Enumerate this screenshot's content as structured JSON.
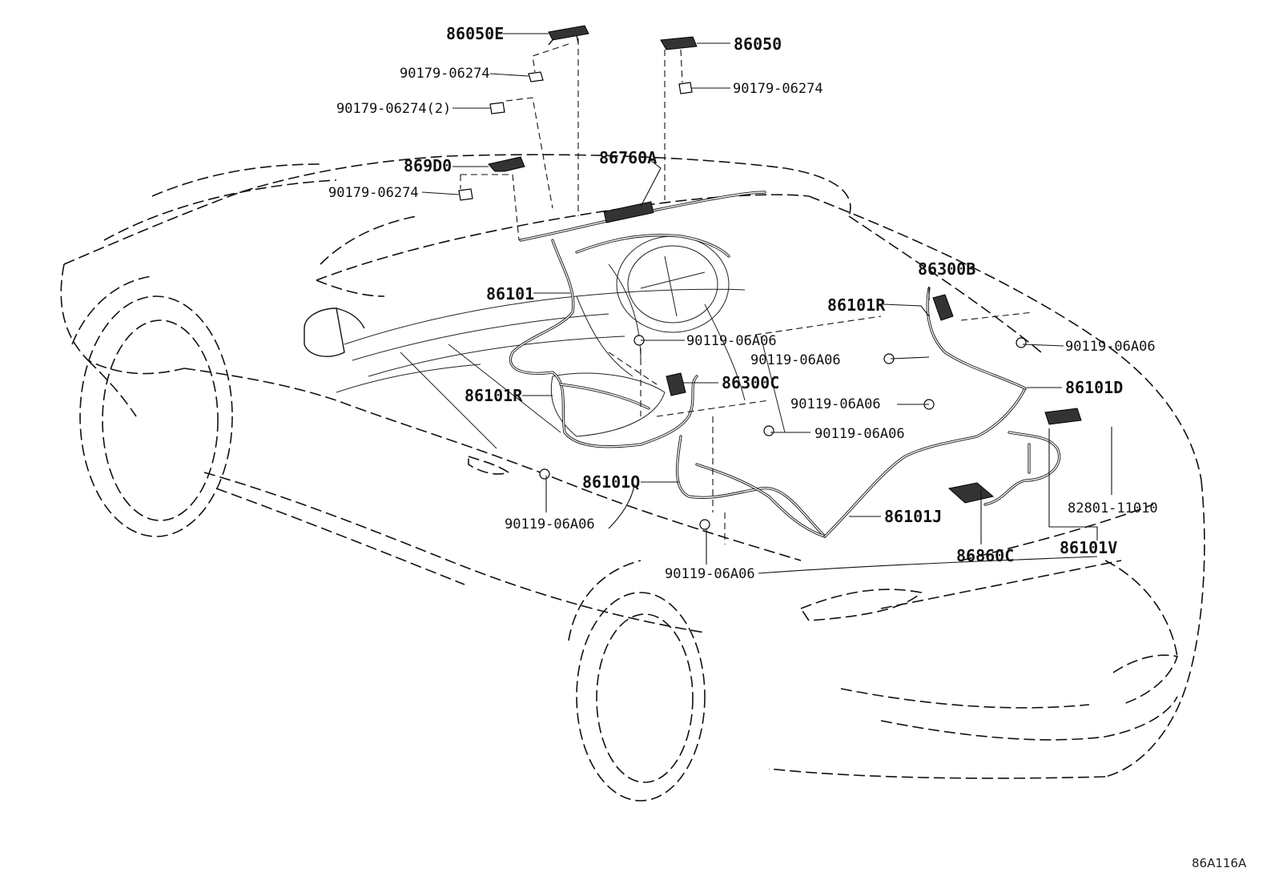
{
  "diagram": {
    "reference_code": "86A116A",
    "labels": [
      {
        "id": "86050E",
        "text": "86050E",
        "big": true
      },
      {
        "id": "86050",
        "text": "86050",
        "big": true
      },
      {
        "id": "90179-06274-a",
        "text": "90179-06274",
        "big": false
      },
      {
        "id": "90179-06274-b",
        "text": "90179-06274",
        "big": false
      },
      {
        "id": "90179-06274-2",
        "text": "90179-06274(2)",
        "big": false
      },
      {
        "id": "869D0",
        "text": "869D0",
        "big": true
      },
      {
        "id": "90179-06274-c",
        "text": "90179-06274",
        "big": false
      },
      {
        "id": "86760A",
        "text": "86760A",
        "big": true
      },
      {
        "id": "86300B",
        "text": "86300B",
        "big": true
      },
      {
        "id": "86101",
        "text": "86101",
        "big": true
      },
      {
        "id": "86101R-a",
        "text": "86101R",
        "big": true
      },
      {
        "id": "90119-06A06-a",
        "text": "90119-06A06",
        "big": false
      },
      {
        "id": "90119-06A06-b",
        "text": "90119-06A06",
        "big": false
      },
      {
        "id": "90119-06A06-c",
        "text": "90119-06A06",
        "big": false
      },
      {
        "id": "86300C",
        "text": "86300C",
        "big": true
      },
      {
        "id": "86101D",
        "text": "86101D",
        "big": true
      },
      {
        "id": "86101R-b",
        "text": "86101R",
        "big": true
      },
      {
        "id": "90119-06A06-d",
        "text": "90119-06A06",
        "big": false
      },
      {
        "id": "90119-06A06-e",
        "text": "90119-06A06",
        "big": false
      },
      {
        "id": "86101Q",
        "text": "86101Q",
        "big": true
      },
      {
        "id": "90119-06A06-f",
        "text": "90119-06A06",
        "big": false
      },
      {
        "id": "86101J",
        "text": "86101J",
        "big": true
      },
      {
        "id": "82801-11010",
        "text": "82801-11010",
        "big": false
      },
      {
        "id": "86860C",
        "text": "86860C",
        "big": true
      },
      {
        "id": "86101V",
        "text": "86101V",
        "big": true
      },
      {
        "id": "90119-06A06-g",
        "text": "90119-06A06",
        "big": false
      }
    ]
  }
}
